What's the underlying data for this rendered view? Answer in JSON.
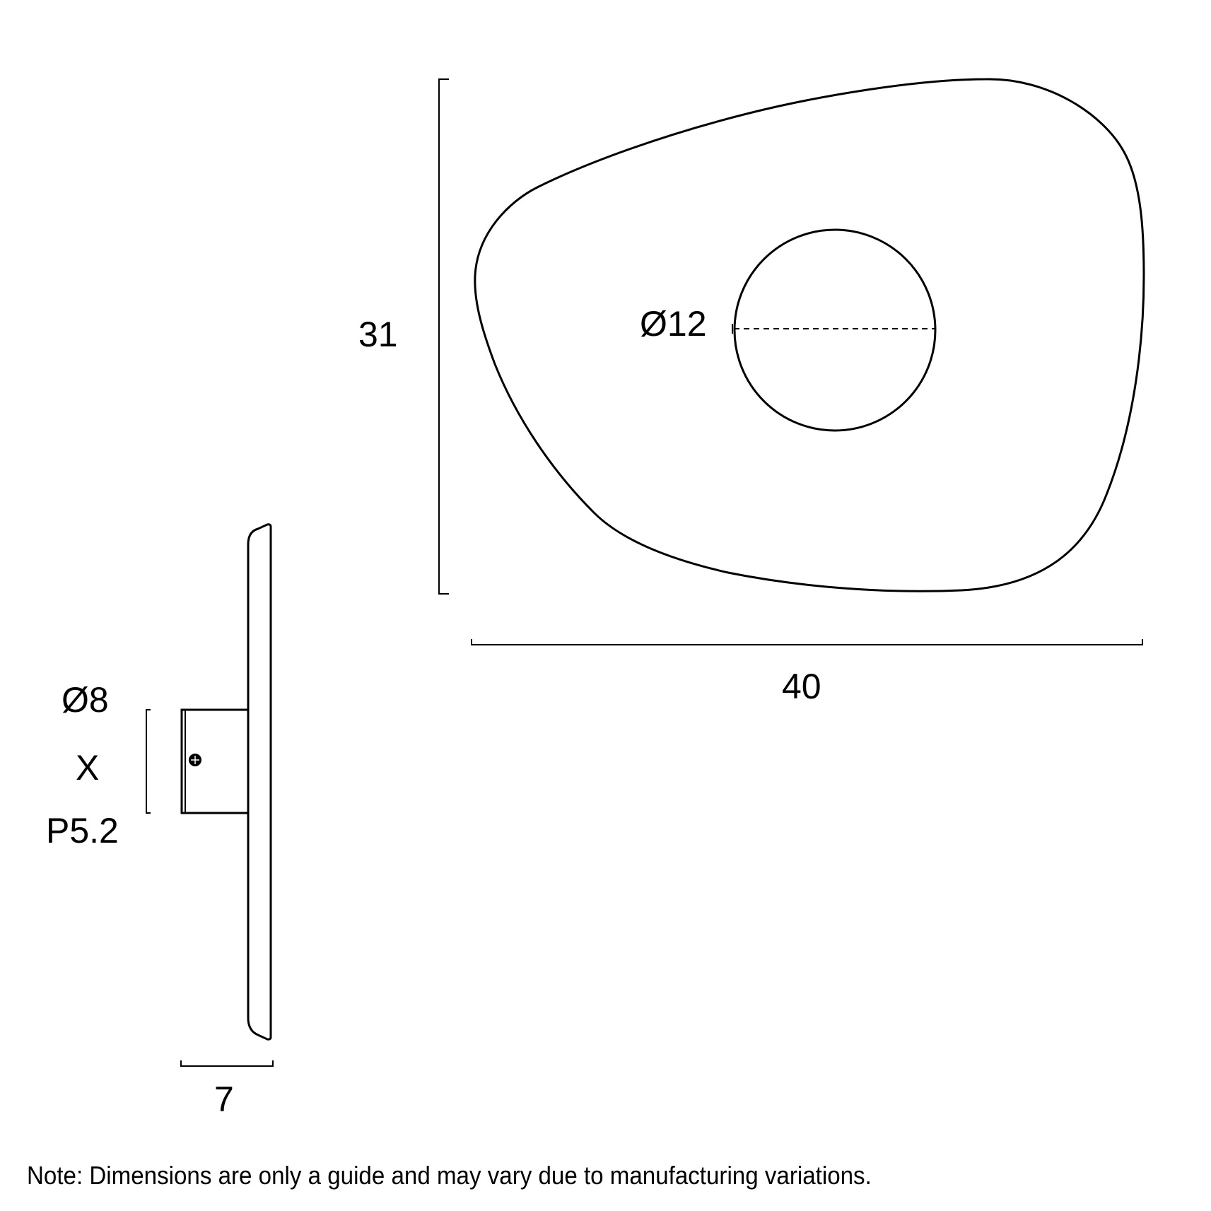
{
  "drawing": {
    "front_view": {
      "height_label": "31",
      "width_label": "40",
      "hole_diameter_label": "Ø12"
    },
    "side_view": {
      "mount_diameter_label": "Ø8",
      "mount_x_label": "X",
      "mount_projection_label": "P5.2",
      "depth_label": "7"
    },
    "note": "Note: Dimensions are only a guide and may vary due to manufacturing variations.",
    "colors": {
      "line": "#000000",
      "background": "#ffffff"
    }
  }
}
